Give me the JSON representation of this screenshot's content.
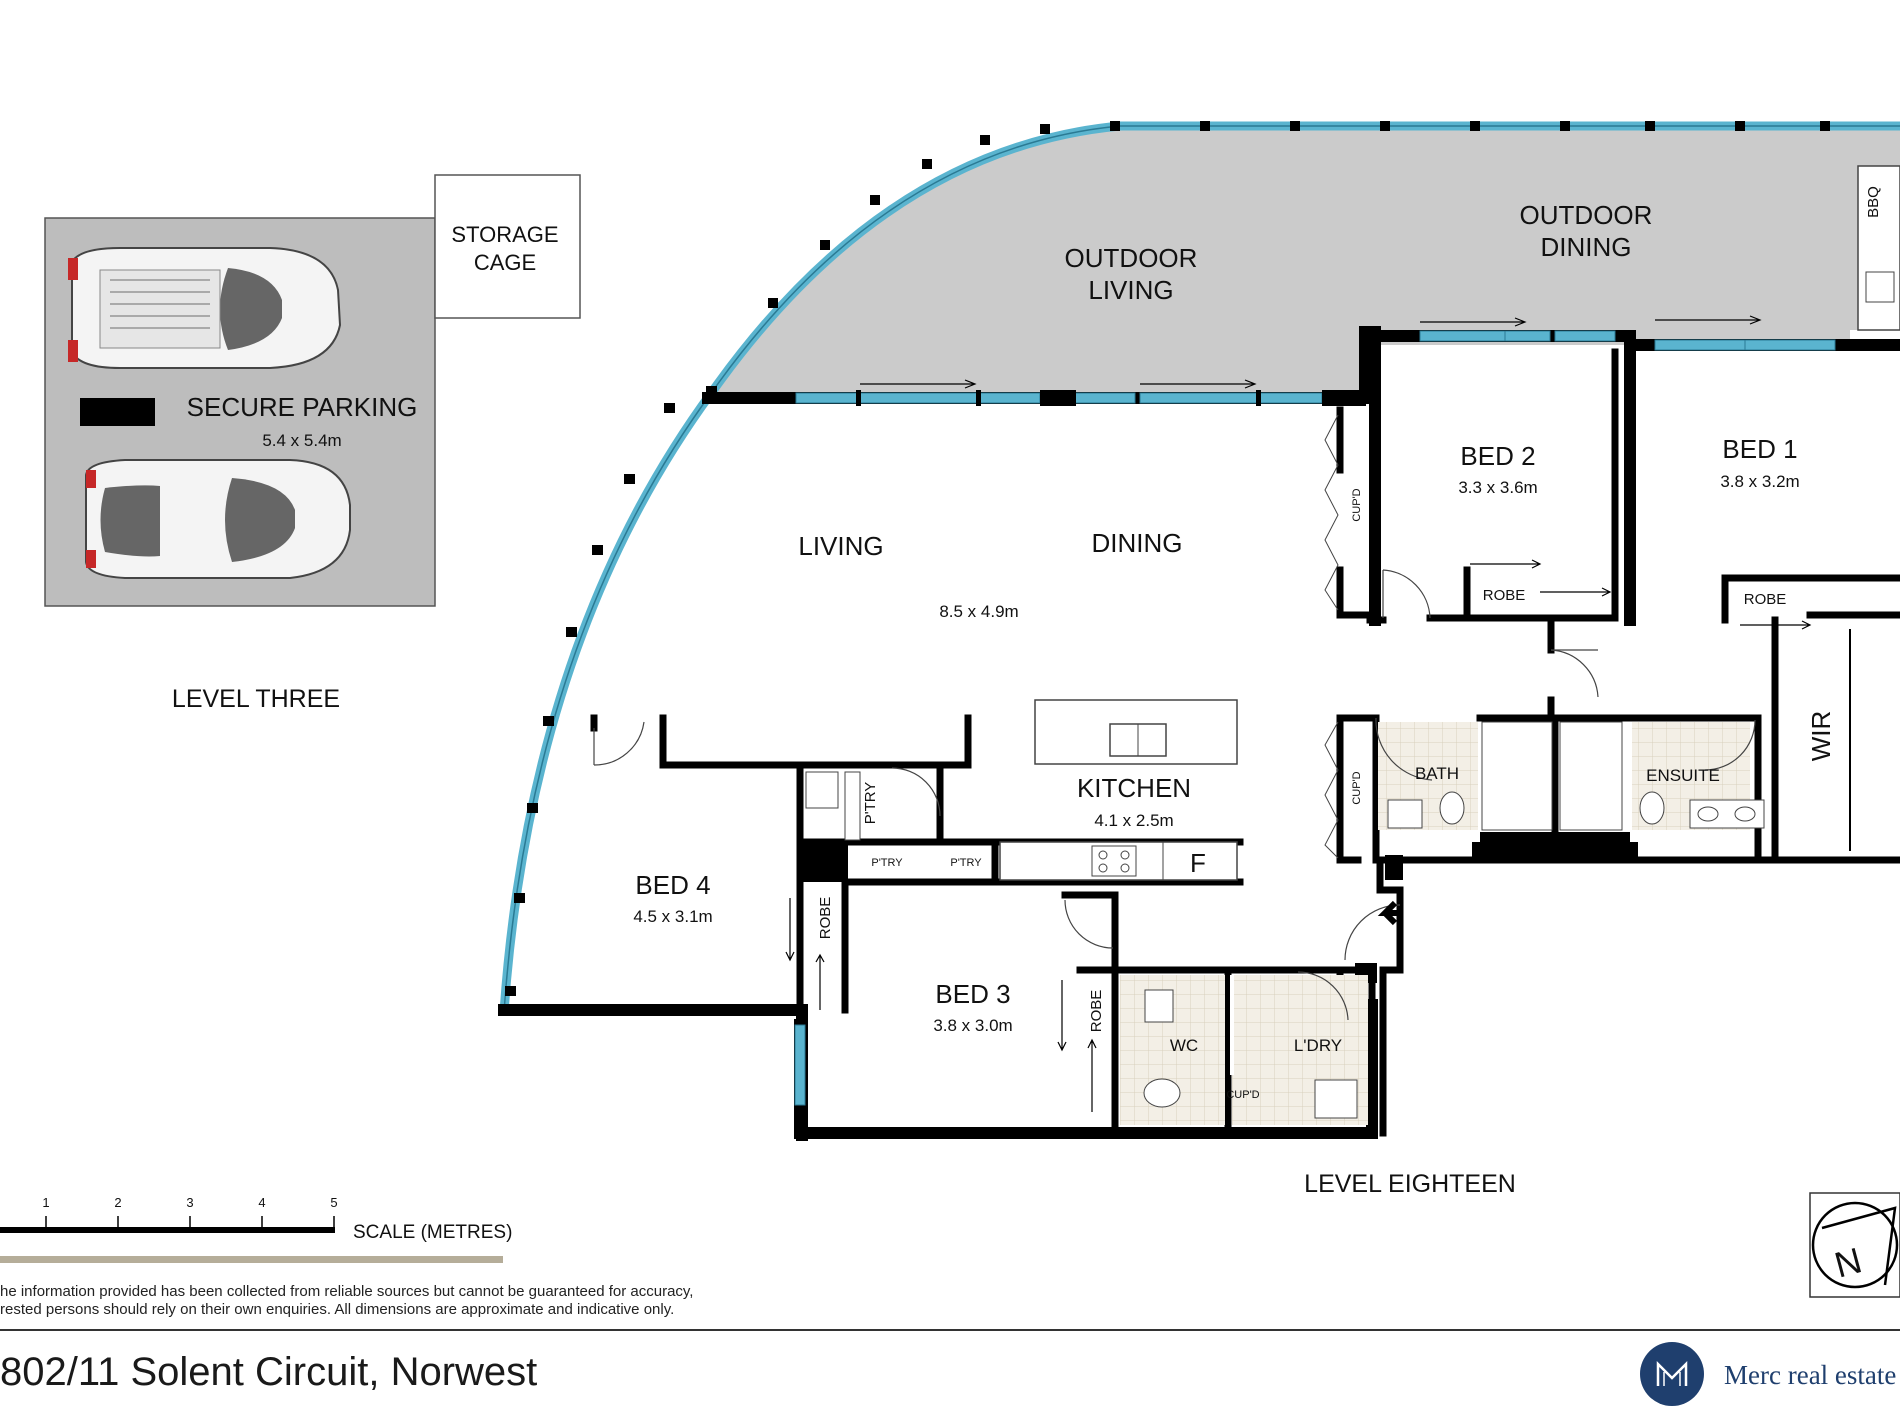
{
  "rooms": {
    "outdoor_living": [
      "OUTDOOR",
      "LIVING"
    ],
    "outdoor_dining": [
      "OUTDOOR",
      "DINING"
    ],
    "bbq": "BBQ",
    "bed2": {
      "name": "BED 2",
      "dim": "3.3 x 3.6m"
    },
    "bed1": {
      "name": "BED 1",
      "dim": "3.8 x 3.2m"
    },
    "living": "LIVING",
    "dining": "DINING",
    "living_dim": "8.5 x 4.9m",
    "kitchen": {
      "name": "KITCHEN",
      "dim": "4.1 x 2.5m"
    },
    "bed4": {
      "name": "BED 4",
      "dim": "4.5 x 3.1m"
    },
    "bed3": {
      "name": "BED 3",
      "dim": "3.8 x 3.0m"
    },
    "bath": "BATH",
    "ensuite": "ENSUITE",
    "wir": "WIR",
    "wc": "WC",
    "laundry": "L'DRY",
    "robe": "ROBE",
    "cupd": "CUP'D",
    "pantry": "P'TRY",
    "fridge": "F"
  },
  "parking": {
    "storage": [
      "STORAGE",
      "CAGE"
    ],
    "title": "SECURE PARKING",
    "dim": "5.4 x 5.4m"
  },
  "levels": {
    "three": "LEVEL THREE",
    "eighteen": "LEVEL EIGHTEEN"
  },
  "scale": {
    "ticks": [
      "1",
      "2",
      "3",
      "4",
      "5"
    ],
    "label": "SCALE (METRES)"
  },
  "disclaimer": [
    "he information provided has been collected from reliable sources but cannot be guaranteed for accuracy,",
    "rested persons should rely on their own enquiries. All dimensions are approximate and indicative only."
  ],
  "address": "802/11 Solent Circuit, Norwest",
  "brand": "Merc real estate",
  "compass": "N",
  "colors": {
    "glass": "#5ab4cf",
    "outdoor": "#cfcfcf",
    "wall": "#000000",
    "brand": "#1f3f6e",
    "tile": "#e8e2d4"
  }
}
